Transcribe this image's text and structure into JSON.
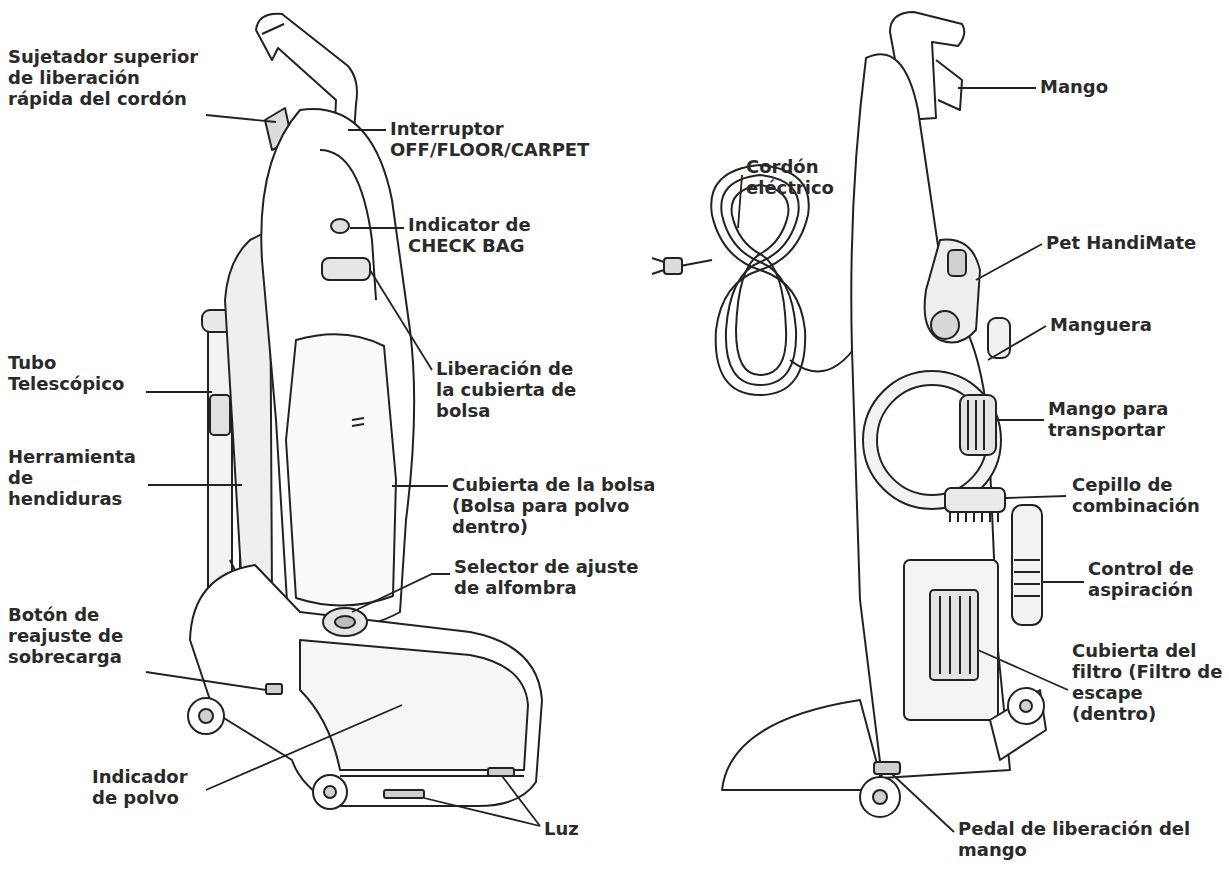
{
  "diagram": {
    "labels": [
      "Sujetador superior de liberación rápida del cordón",
      "Interruptor OFF/FLOOR/CARPET",
      "Indicator de CHECK BAG",
      "Tubo Telescópico",
      "Liberación de la cubierta de bolsa",
      "Herramienta de hendiduras",
      "Cubierta de la bolsa (Bolsa para polvo dentro)",
      "Selector de ajuste de alfombra",
      "Botón de reajuste de sobrecarga",
      "Indicador de polvo",
      "Luz",
      "Mango",
      "Cordón eléctrico",
      "Pet HandiMate",
      "Manguera",
      "Mango para transportar",
      "Cepillo de combinación",
      "Control de aspiración",
      "Cubierta del filtro (Filtro de escape (dentro)",
      "Pedal de liberación del mango"
    ]
  }
}
